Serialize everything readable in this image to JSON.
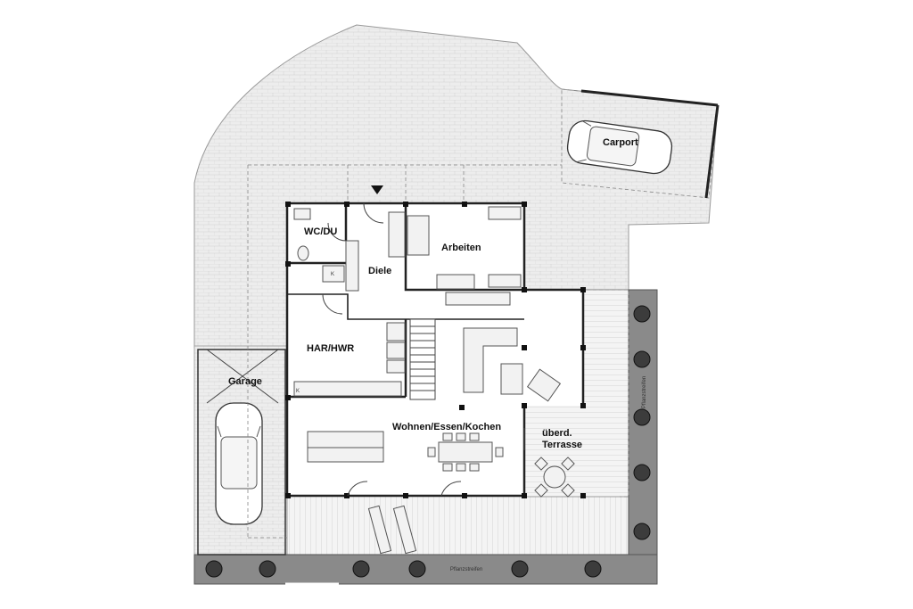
{
  "plan": {
    "rooms": {
      "wc_du": "WC/DU",
      "diele": "Diele",
      "arbeiten": "Arbeiten",
      "har_hwr": "HAR/HWR",
      "garage": "Garage",
      "carport": "Carport",
      "wohnen": "Wohnen/Essen/Kochen",
      "terrasse_line1": "überd.",
      "terrasse_line2": "Terrasse"
    },
    "plant_strip_label": "Pflanzstreifen",
    "small_marks": {
      "k1": "K",
      "k2": "K"
    }
  },
  "colors": {
    "paving": "#e9e9e9",
    "wall": "#222222",
    "plant_strip": "#8a8a8a",
    "interior": "#ffffff"
  }
}
